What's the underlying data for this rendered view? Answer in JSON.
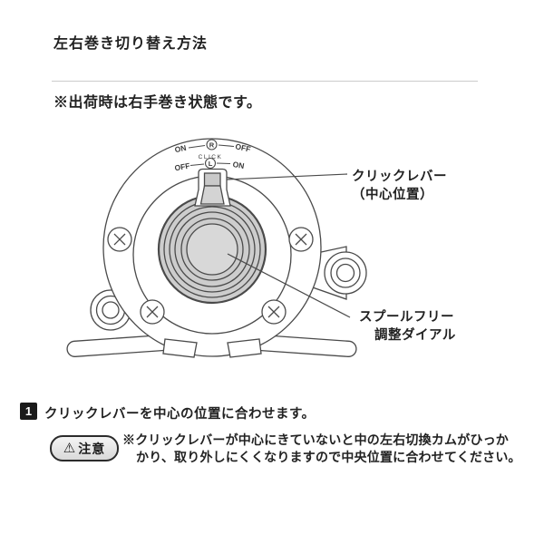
{
  "title": "左右巻き切り替え方法",
  "shipping_note": "※出荷時は右手巻き状態です。",
  "diagram": {
    "markings": {
      "r_row_left": "ON",
      "r_symbol": "R",
      "r_row_right": "OFF",
      "click_text": "CLICK",
      "l_row_left": "OFF",
      "l_symbol": "L",
      "l_row_right": "ON"
    },
    "labels": {
      "click_lever_line1": "クリックレバー",
      "click_lever_line2": "（中心位置）",
      "spool_line1": "スプールフリー",
      "spool_line2": "調整ダイアル"
    }
  },
  "steps": [
    {
      "number": "1",
      "text": "クリックレバーを中心の位置に合わせます。"
    }
  ],
  "caution": {
    "icon": "⚠",
    "badge_label": "注意",
    "text_line1": "※クリックレバーが中心にきていないと中の左右切換カムがひっか",
    "text_line2": "かり、取り外しにくくなりますので中央位置に合わせてください。"
  },
  "colors": {
    "text": "#222222",
    "diagram_line": "#4a4a4a",
    "divider": "#cccccc",
    "dial_fill": "#cdcdcd",
    "dial_center_fill": "#d8d8d8",
    "lever_fill": "#c9c9c9",
    "caution_badge_bg": "#e4e4e4",
    "step_badge_bg": "#1a1a1a"
  }
}
